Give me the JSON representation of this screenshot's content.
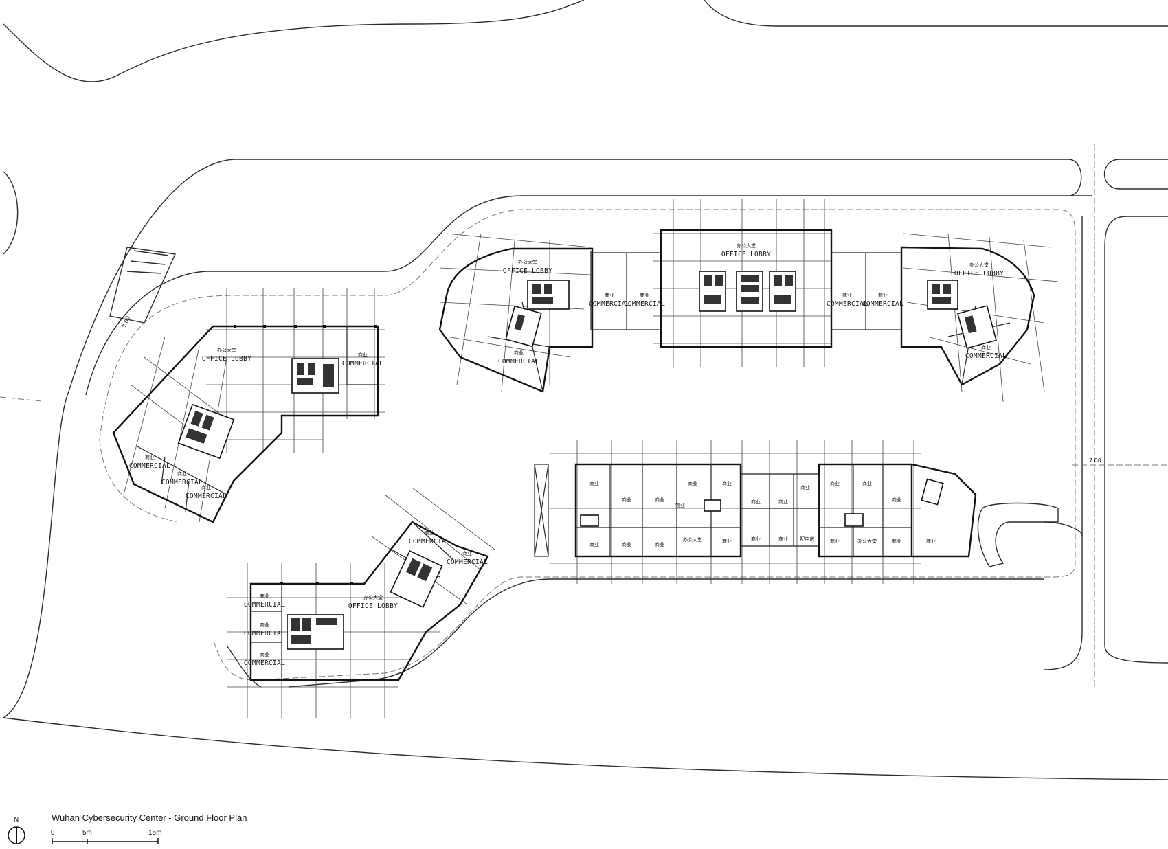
{
  "title": "Wuhan Cybersecurity Center - Ground Floor Plan",
  "north_label": "N",
  "scale": {
    "ticks": [
      "0",
      "5m",
      "15m"
    ]
  },
  "dimensions": {
    "left_gate": "7.00",
    "right_road": "7.00"
  },
  "labels": {
    "office_lobby": "OFFICE LOBBY",
    "office_lobby_cn": "办公大堂",
    "commercial": "COMMERCIAL",
    "commercial_cn": "商业",
    "office_lobby_cn_alt": "办公大堂",
    "property_cn": "物业",
    "distribution_cn": "配电房"
  },
  "colors": {
    "line": "#111111",
    "background": "#ffffff"
  }
}
